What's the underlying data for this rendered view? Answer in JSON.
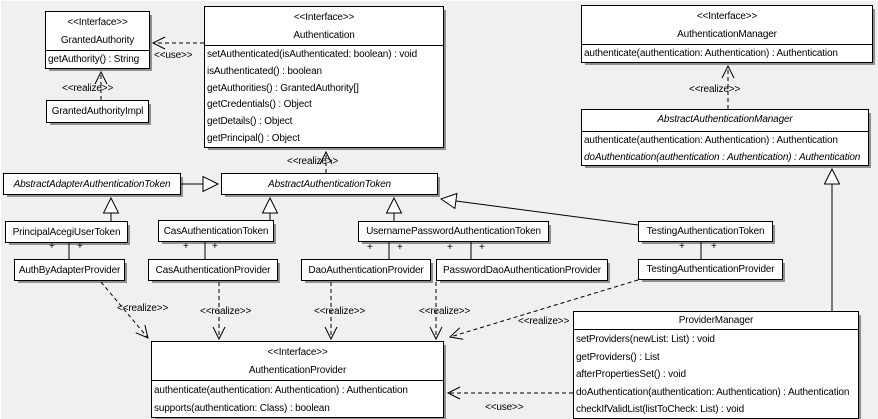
{
  "diagram": {
    "stereotype_interface": "<<Interface>>",
    "edge_labels": {
      "use": "<<use>>",
      "realize": "<<realize>>",
      "plus": "+"
    },
    "classes": {
      "granted_authority": {
        "name": "GrantedAuthority",
        "methods": [
          "getAuthority() : String"
        ]
      },
      "granted_authority_impl": {
        "name": "GrantedAuthorityImpl"
      },
      "authentication": {
        "name": "Authentication",
        "methods": [
          "setAuthenticated(isAuthenticated: boolean) : void",
          "isAuthenticated() : boolean",
          "getAuthorities() : GrantedAuthority[]",
          "getCredentials() : Object",
          "getDetails() : Object",
          "getPrincipal() : Object"
        ]
      },
      "authentication_manager": {
        "name": "AuthenticationManager",
        "methods": [
          "authenticate(authentication: Authentication) : Authentication"
        ]
      },
      "abstract_authentication_manager": {
        "name": "AbstractAuthenticationManager",
        "methods": [
          "authenticate(authentication: Authentication) : Authentication",
          "doAuthentication(authentication : Authentication) : Authentication"
        ]
      },
      "abstract_adapter_authentication_token": {
        "name": "AbstractAdapterAuthenticationToken"
      },
      "abstract_authentication_token": {
        "name": "AbstractAuthenticationToken"
      },
      "principal_acegi_user_token": {
        "name": "PrincipalAcegiUserToken"
      },
      "cas_authentication_token": {
        "name": "CasAuthenticationToken"
      },
      "username_password_authentication_token": {
        "name": "UsernamePasswordAuthenticationToken"
      },
      "testing_authentication_token": {
        "name": "TestingAuthenticationToken"
      },
      "auth_by_adapter_provider": {
        "name": "AuthByAdapterProvider"
      },
      "cas_authentication_provider": {
        "name": "CasAuthenticationProvider"
      },
      "dao_authentication_provider": {
        "name": "DaoAuthenticationProvider"
      },
      "password_dao_authentication_provider": {
        "name": "PasswordDaoAuthenticationProvider"
      },
      "testing_authentication_provider": {
        "name": "TestingAuthenticationProvider"
      },
      "authentication_provider": {
        "name": "AuthenticationProvider",
        "methods": [
          "authenticate(authentication: Authentication) : Authentication",
          "supports(authentication: Class) : boolean"
        ]
      },
      "provider_manager": {
        "name": "ProviderManager",
        "methods": [
          "setProviders(newList: List) : void",
          "getProviders() : List",
          "afterPropertiesSet() : void",
          "doAuthentication(authentication: Authentication) : Authentication",
          "checkIfValidList(listToCheck: List) : void"
        ]
      }
    }
  }
}
